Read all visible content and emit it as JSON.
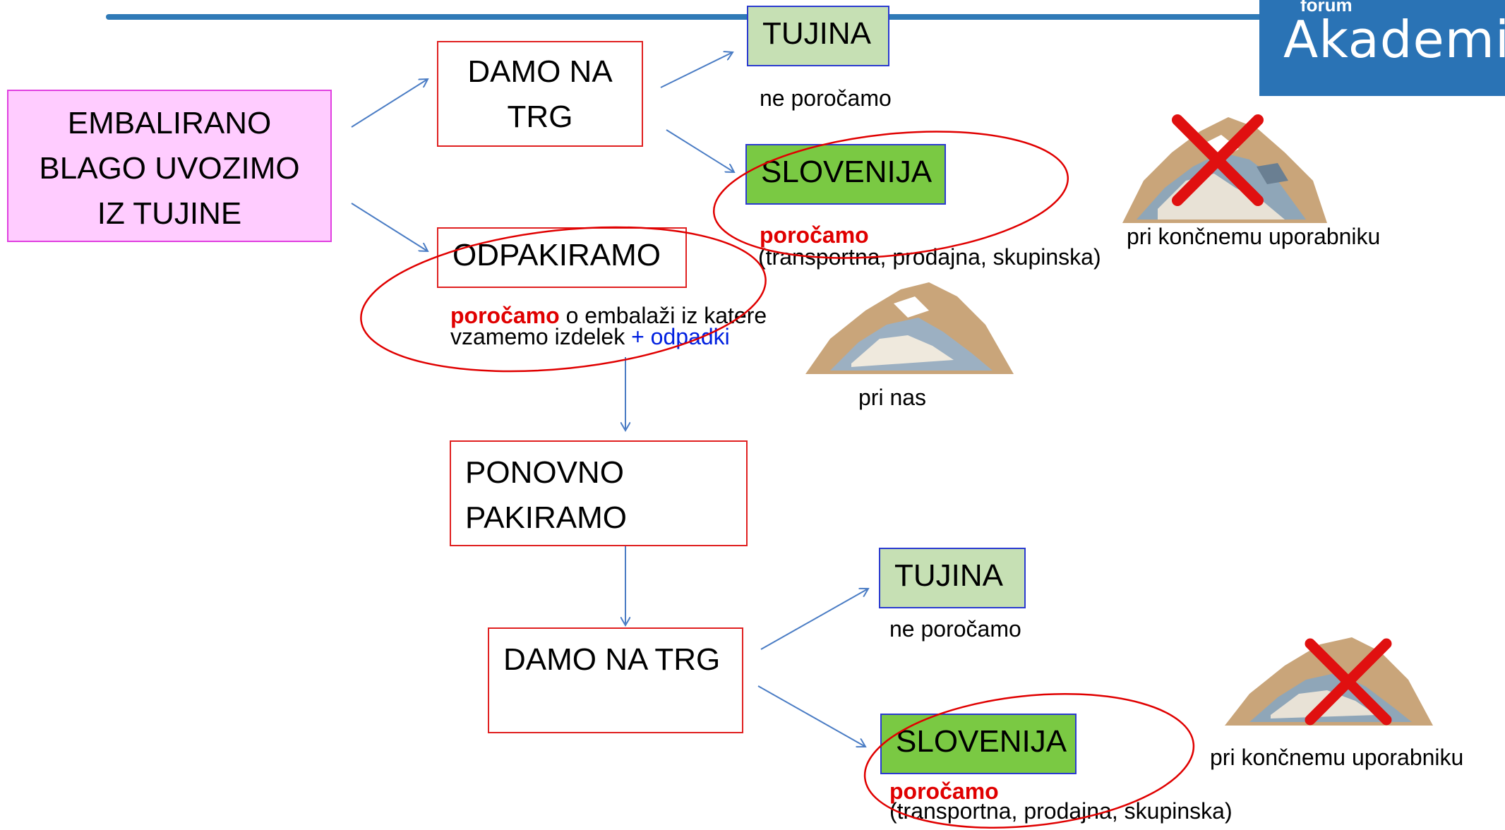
{
  "logo": {
    "top_text": "forum",
    "main_text": "Akademija"
  },
  "boxes": {
    "import": "EMBALIRANO BLAGO UVOZIMO IZ TUJINE",
    "market1": "DAMO NA TRG",
    "tujina1": "TUJINA",
    "slovenija1": "SLOVENIJA",
    "unpack": "ODPAKIRAMO",
    "repack": "PONOVNO PAKIRAMO",
    "market2": "DAMO NA TRG",
    "tujina2": "TUJINA",
    "slovenija2": "SLOVENIJA"
  },
  "notes": {
    "tujina1_note": "ne poročamo",
    "slovenija1_report": "poročamo",
    "slovenija1_detail": "(transportna, prodajna, skupinska)",
    "enduser1": "pri končnemu uporabniku",
    "unpack_report": "poročamo",
    "unpack_detail_1": " o embalaži iz katere",
    "unpack_detail_2": "vzamemo izdelek ",
    "unpack_waste": "+ odpadki",
    "pri_nas": "pri nas",
    "tujina2_note": "ne poročamo",
    "slovenija2_report": "poročamo",
    "slovenija2_detail": "(transportna, prodajna, skupinska)",
    "enduser2": "pri končnemu uporabniku"
  },
  "icons": [
    "waste-pile-icon",
    "cross-icon"
  ],
  "colors": {
    "pink_box": "#ffccff",
    "light_green_box": "#c6e0b4",
    "green_box": "#7ac943",
    "box_border_red": "#e02020",
    "box_border_blue": "#2a3ad0",
    "ellipse_red": "#e00000",
    "arrow_blue": "#4a7cc4",
    "logo_blue": "#2a73b5"
  }
}
